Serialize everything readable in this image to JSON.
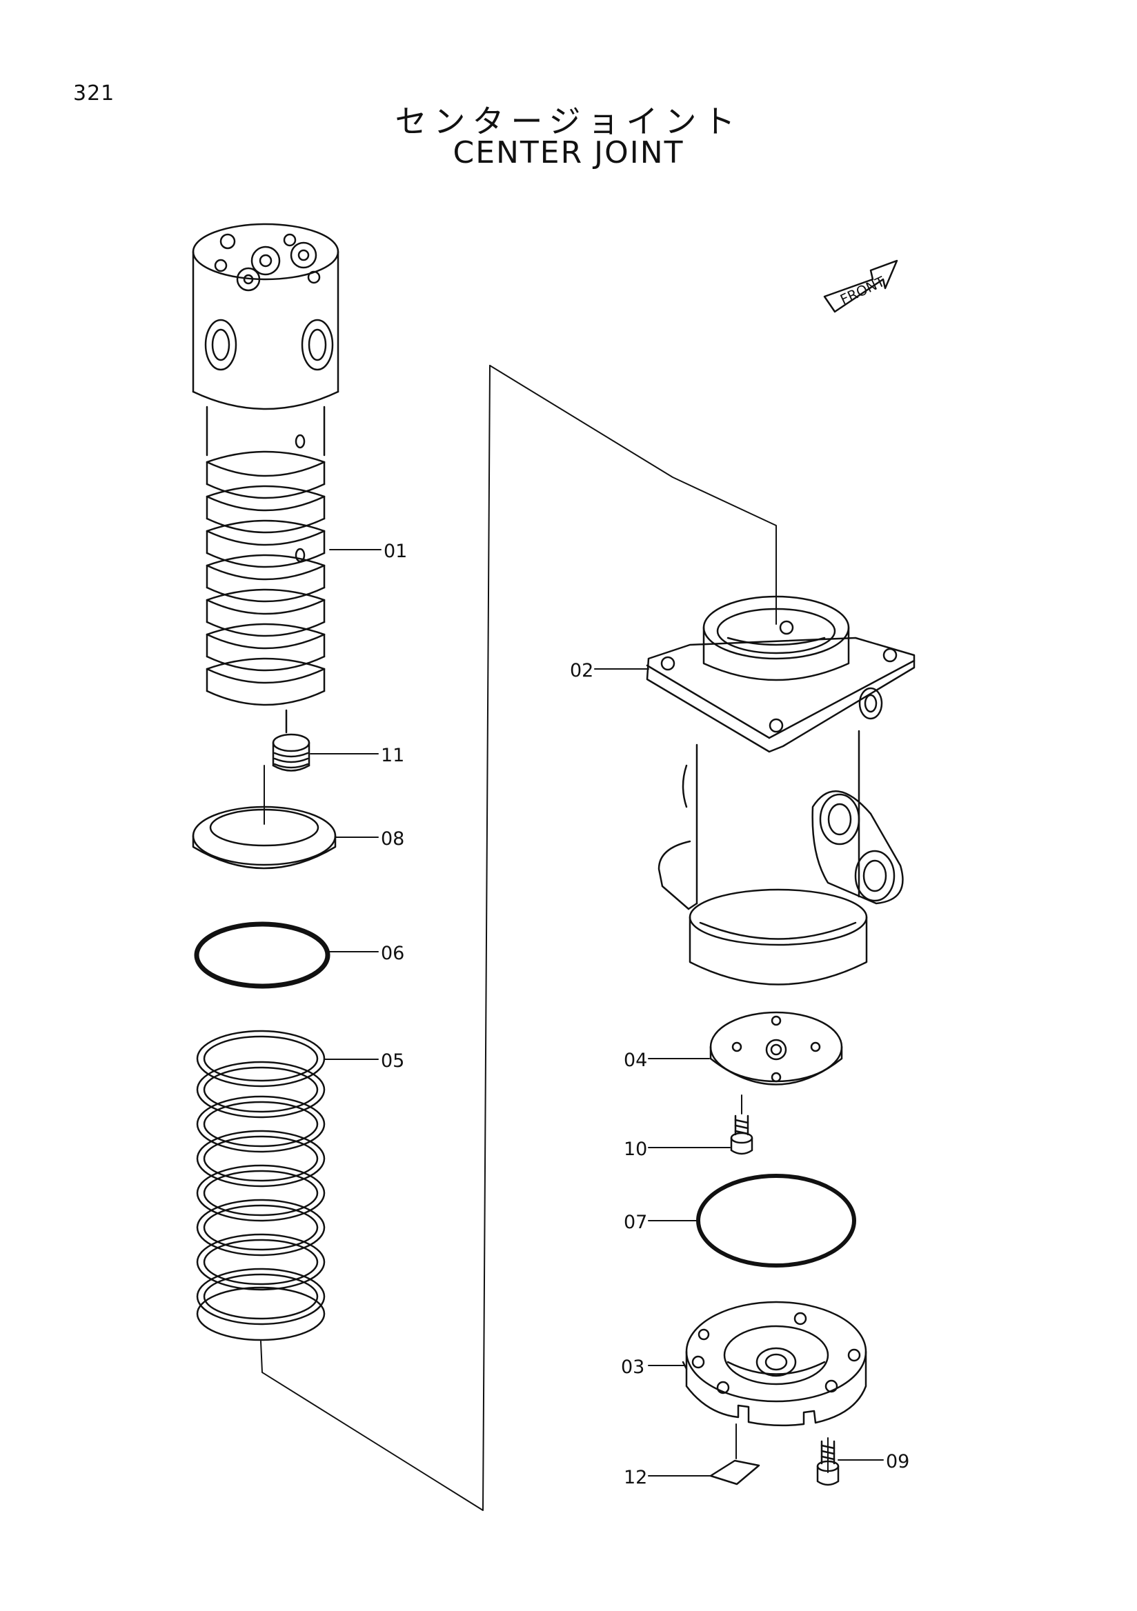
{
  "page_number": "321",
  "title_jp": "センタージョイント",
  "title_en": "CENTER JOINT",
  "front_label": "FRONT",
  "callouts": {
    "c01": "01",
    "c02": "02",
    "c03": "03",
    "c04": "04",
    "c05": "05",
    "c06": "06",
    "c07": "07",
    "c08": "08",
    "c09": "09",
    "c10": "10",
    "c11": "11",
    "c12": "12"
  }
}
